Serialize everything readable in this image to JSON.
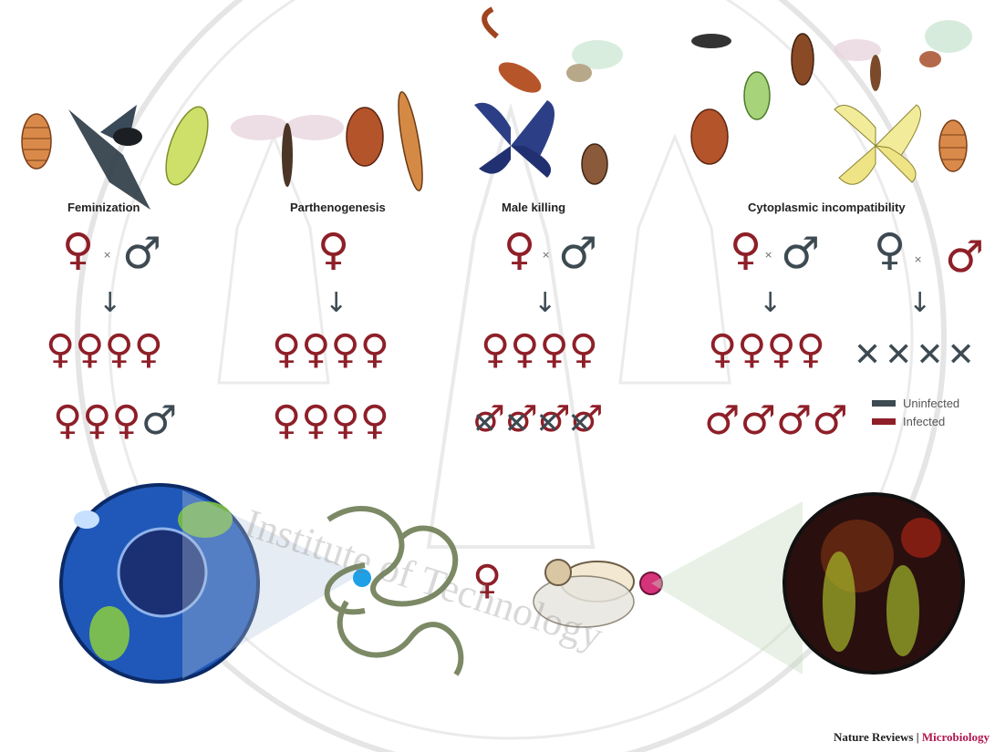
{
  "headers": {
    "feminization": "Feminization",
    "parthenogenesis": "Parthenogenesis",
    "male_killing": "Male killing",
    "cytoplasmic_incompatibility": "Cytoplasmic incompatibility"
  },
  "cross_symbol": "×",
  "glyphs": {
    "female": "♀",
    "male": "♂",
    "arrow": "↓",
    "dead": "✕"
  },
  "legend": {
    "uninfected": "Uninfected",
    "infected": "Infected",
    "uninfected_color": "#3d4a52",
    "infected_color": "#8e1f28"
  },
  "footer": {
    "journal": "Nature Reviews",
    "separator": "|",
    "section": "Microbiology"
  },
  "watermark": {
    "text": "Institute of Technology"
  }
}
